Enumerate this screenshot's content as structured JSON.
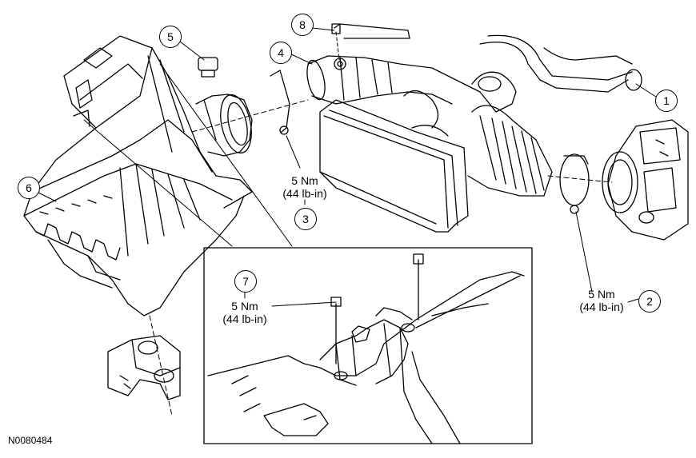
{
  "figure_id": "N0080484",
  "callouts": {
    "c1": "1",
    "c2": "2",
    "c3": "3",
    "c4": "4",
    "c5": "5",
    "c6": "6",
    "c7": "7",
    "c8": "8"
  },
  "torque_specs": {
    "t3_nm": "5 Nm",
    "t3_lbin": "(44 lb-in)",
    "t2_nm": "5 Nm",
    "t2_lbin": "(44 lb-in)",
    "t7_nm": "5 Nm",
    "t7_lbin": "(44 lb-in)"
  }
}
